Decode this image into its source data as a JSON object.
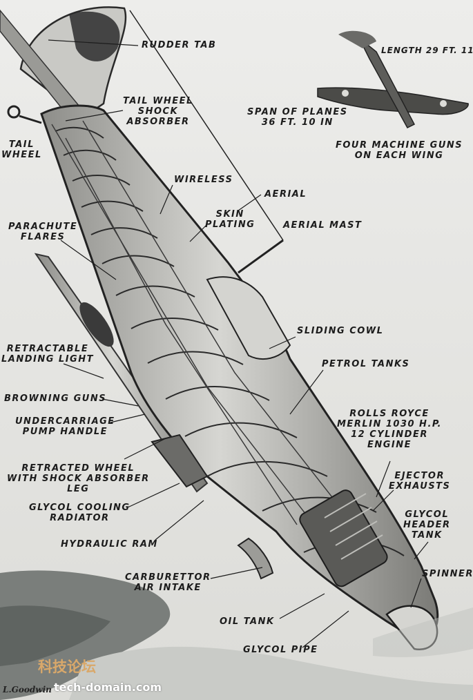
{
  "labels": {
    "rudder_tab": "RUDDER TAB",
    "tail_wheel_shock_absorber": "TAIL WHEEL\nSHOCK\nABSORBER",
    "tail_wheel": "TAIL\nWHEEL",
    "wireless": "WIRELESS",
    "aerial": "AERIAL",
    "skin_plating": "SKIN\nPLATING",
    "aerial_mast": "AERIAL MAST",
    "parachute_flares": "PARACHUTE\nFLARES",
    "sliding_cowl": "SLIDING COWL",
    "retractable_landing_light": "RETRACTABLE\nLANDING LIGHT",
    "petrol_tanks": "PETROL TANKS",
    "browning_guns": "BROWNING GUNS",
    "undercarriage_pump_handle": "UNDERCARRIAGE\nPUMP HANDLE",
    "rolls_royce_merlin": "ROLLS ROYCE\nMERLIN 1030 H.P.\n12 CYLINDER\nENGINE",
    "retracted_wheel": "RETRACTED WHEEL\nWITH SHOCK ABSORBER\nLEG",
    "ejector_exhausts": "EJECTOR\nEXHAUSTS",
    "glycol_cooling_radiator": "GLYCOL COOLING\nRADIATOR",
    "glycol_header_tank": "GLYCOL\nHEADER\nTANK",
    "hydraulic_ram": "HYDRAULIC RAM",
    "carburettor_air_intake": "CARBURETTOR\nAIR INTAKE",
    "spinner": "SPINNER",
    "oil_tank": "OIL TANK",
    "glycol_pipe": "GLYCOL PIPE"
  },
  "specs": {
    "length": "LENGTH 29 FT. 11 IN",
    "span": "SPAN OF PLANES\n36 FT. 10 IN",
    "guns": "FOUR MACHINE GUNS\nON EACH WING"
  },
  "watermark": {
    "cn": "科技论坛",
    "en": "tech-domain.com"
  },
  "signature": "L.Goodwin",
  "colors": {
    "sky": "#e9e9e6",
    "ink": "#1c1c1c",
    "metal": "#b8b8b4",
    "sea": "#6f7471",
    "watermark_cn": "#d9a86a"
  }
}
